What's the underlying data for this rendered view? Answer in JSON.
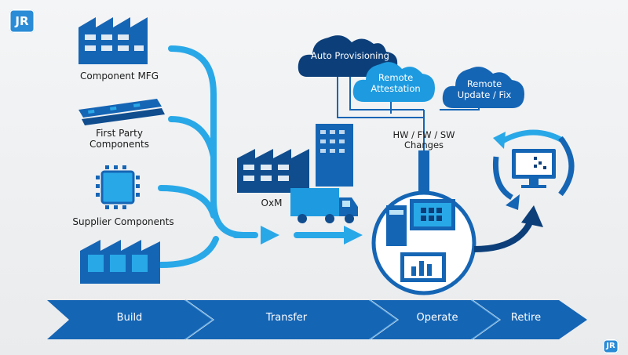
{
  "logo": {
    "text": "JR"
  },
  "sources": {
    "component_mfg": "Component MFG",
    "first_party_line1": "First Party",
    "first_party_line2": "Components",
    "supplier": "Supplier Components"
  },
  "oxm": {
    "label": "OxM"
  },
  "clouds": {
    "auto_provisioning": "Auto Provisioning",
    "remote_attestation_line1": "Remote",
    "remote_attestation_line2": "Attestation",
    "remote_update_line1": "Remote",
    "remote_update_line2": "Update / Fix"
  },
  "changes": {
    "line1": "HW / FW / SW",
    "line2": "Changes"
  },
  "lifecycle": {
    "build": "Build",
    "transfer": "Transfer",
    "operate": "Operate",
    "retire": "Retire"
  },
  "colors": {
    "dark_blue": "#0f4d8f",
    "mid_blue": "#1565b5",
    "light_blue": "#29a8e8",
    "navy_cloud": "#0c3f7a",
    "cloud_light": "#1e9be0"
  }
}
